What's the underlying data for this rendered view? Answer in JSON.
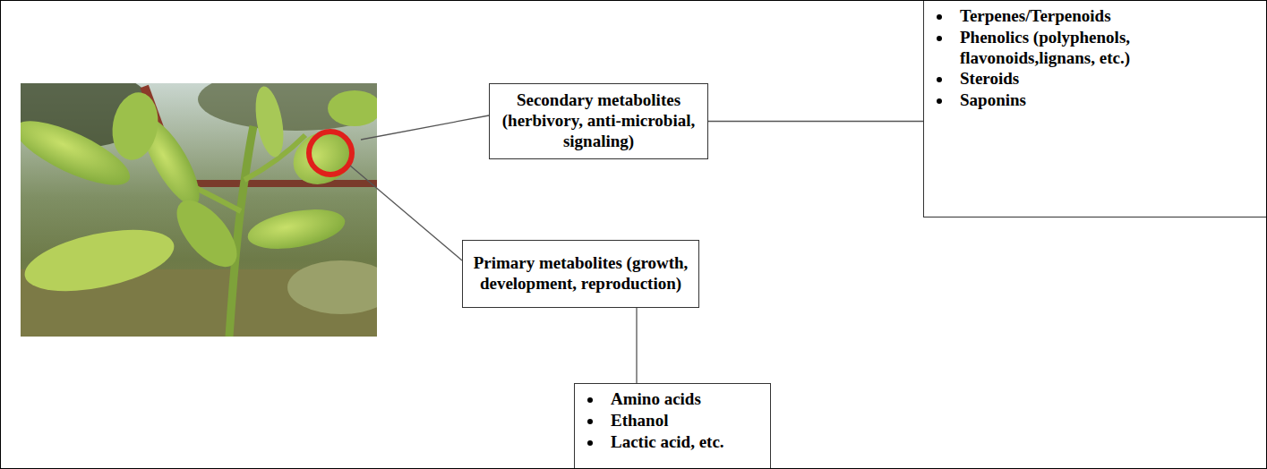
{
  "diagram": {
    "nodes": [
      {
        "text": [
          "Secondary metabolites (herbivory, anti-microbial, signaling)"
        ]
      },
      {
        "text": [
          "Terpenes/Terpenoids",
          "Phenolics (polyphenols, flavonoids,lignans, etc.)",
          "Steroids",
          "Saponins"
        ]
      },
      {
        "text": [
          "Primary metabolites (growth, development, reproduction)"
        ]
      },
      {
        "text": [
          "Amino acids",
          "Ethanol",
          "Lactic acid, etc."
        ]
      }
    ],
    "edges": [
      {
        "from": 0,
        "to": 1,
        "arrow": "none"
      },
      {
        "from": 2,
        "to": 3,
        "arrow": "none"
      }
    ]
  }
}
